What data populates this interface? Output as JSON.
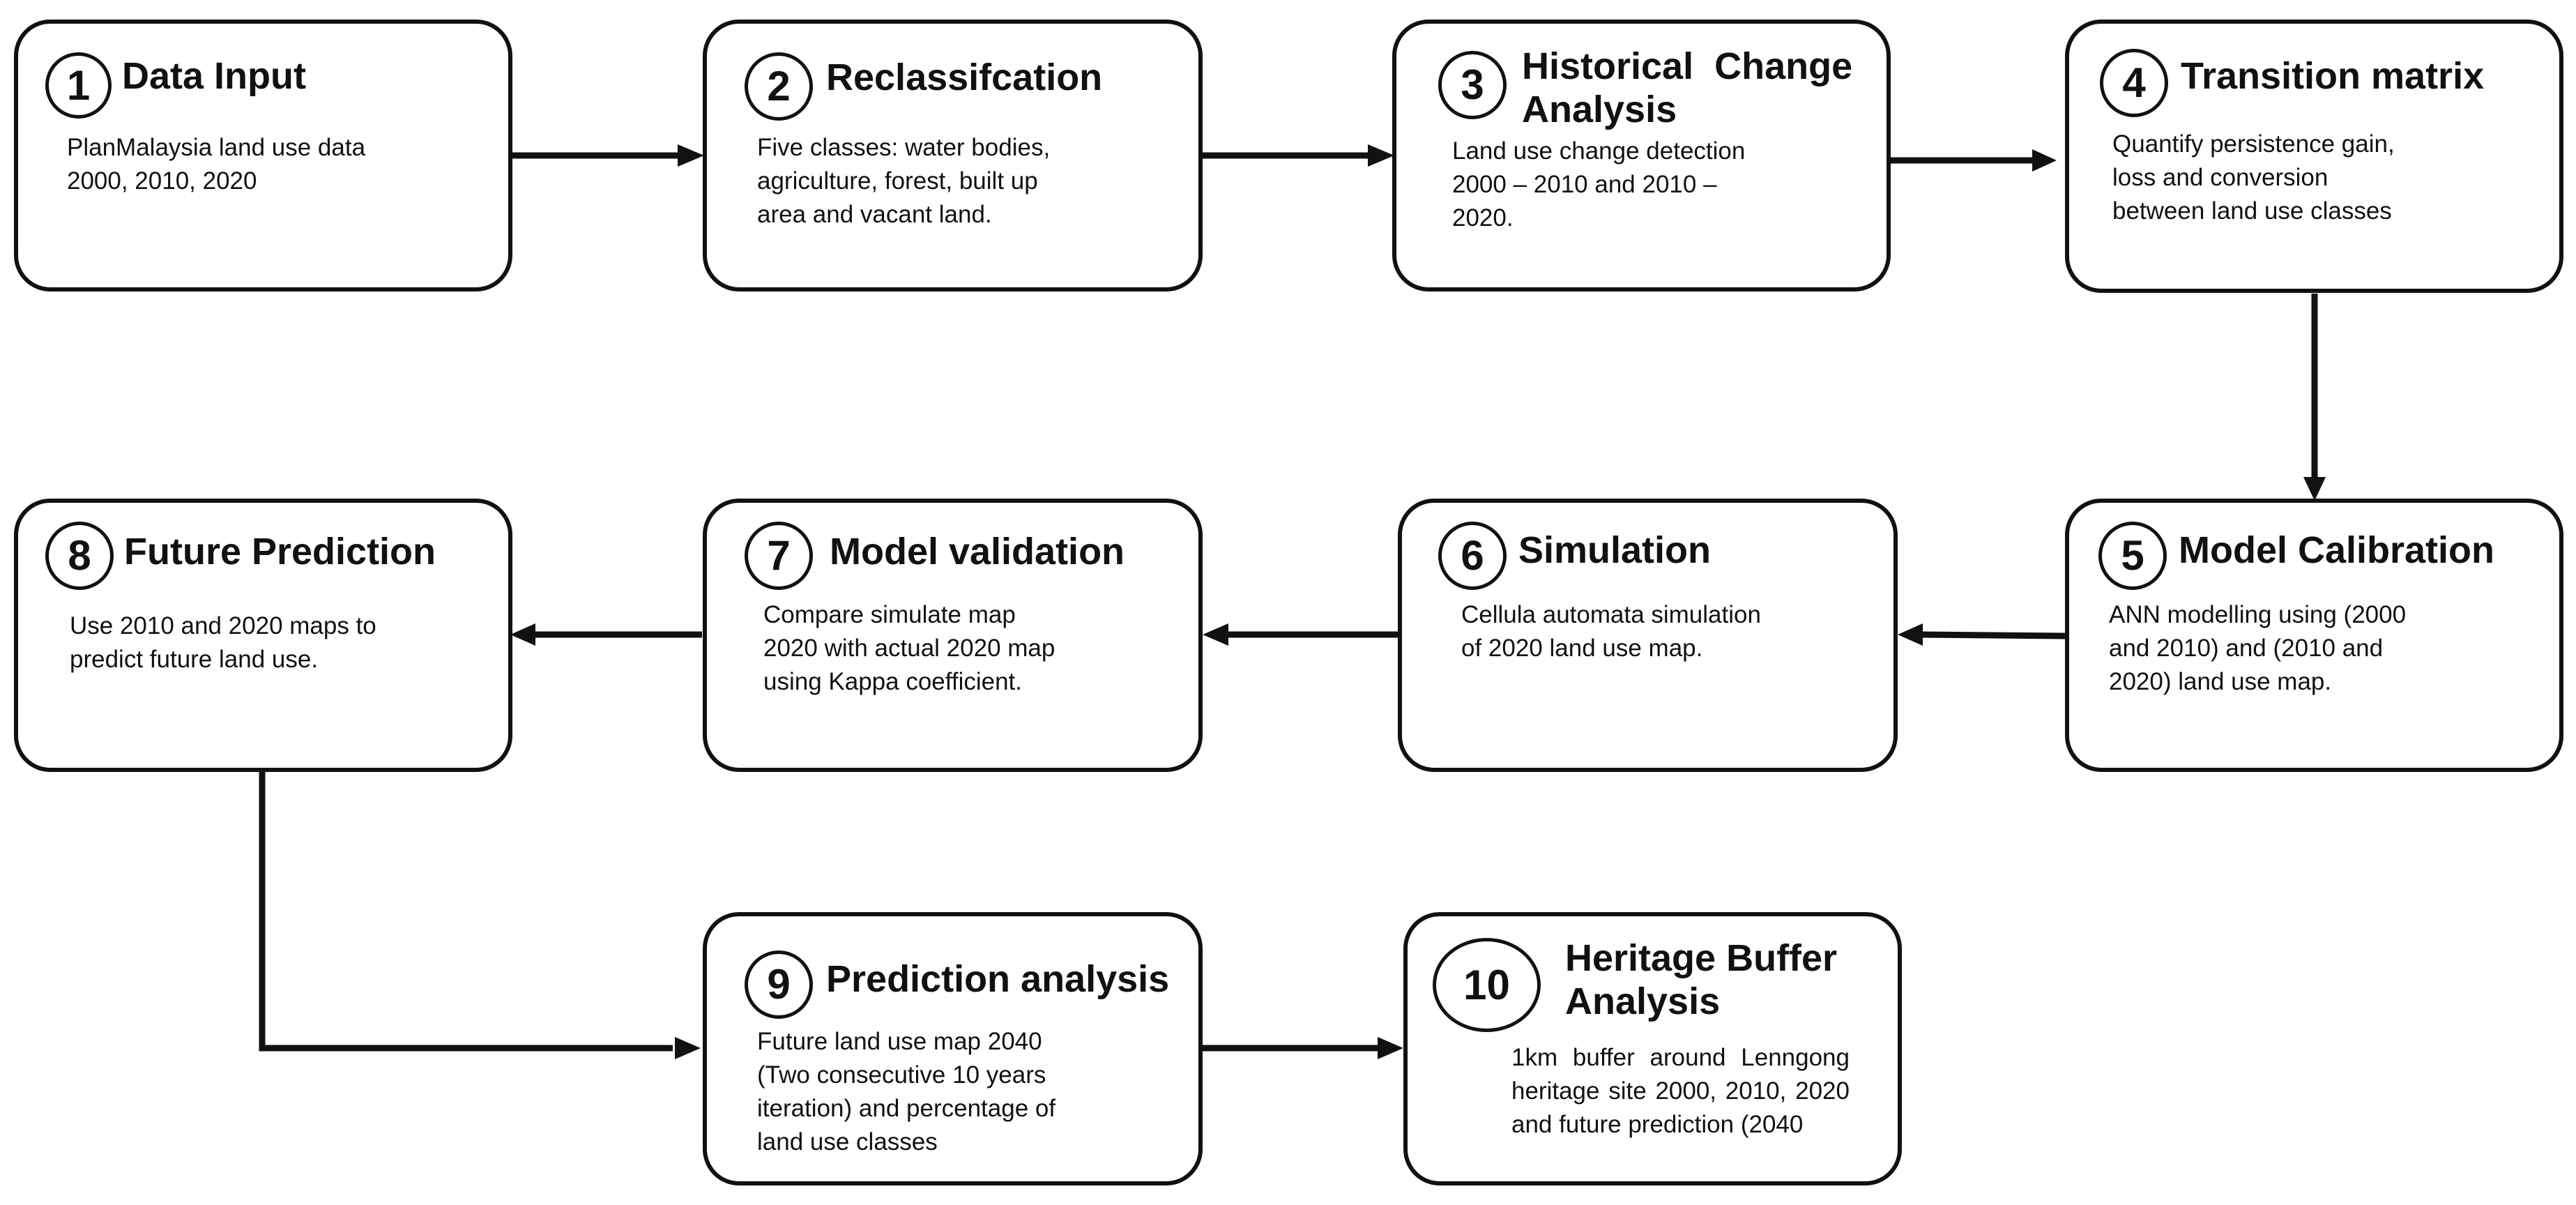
{
  "steps": [
    {
      "number": "1",
      "title": "Data Input",
      "description": "PlanMalaysia land use data\n2000, 2010, 2020"
    },
    {
      "number": "2",
      "title": "Reclassifcation",
      "description": "Five classes: water bodies,\nagriculture, forest, built up\narea and vacant land."
    },
    {
      "number": "3",
      "title": "Historical  Change\nAnalysis",
      "description": "Land use change detection\n2000 – 2010 and 2010 –\n2020."
    },
    {
      "number": "4",
      "title": "Transition matrix",
      "description": "Quantify persistence gain,\nloss and conversion\nbetween land use classes"
    },
    {
      "number": "5",
      "title": "Model Calibration",
      "description": "ANN modelling using (2000\nand 2010) and (2010 and\n2020)  land use map."
    },
    {
      "number": "6",
      "title": "Simulation",
      "description": "Cellula automata simulation\nof 2020 land use map."
    },
    {
      "number": "7",
      "title": "Model validation",
      "description": "Compare simulate map\n2020 with actual 2020 map\nusing Kappa coefficient."
    },
    {
      "number": "8",
      "title": "Future Prediction",
      "description": "Use 2010 and 2020 maps to\npredict future land use."
    },
    {
      "number": "9",
      "title": "Prediction analysis",
      "description": "Future land use map 2040\n(Two consecutive 10 years\niteration) and percentage of\nland use classes"
    },
    {
      "number": "10",
      "title": "Heritage Buffer\nAnalysis",
      "description": "1km buffer around Lenngong heritage site 2000, 2010, 2020 and future prediction (2040"
    }
  ],
  "connections": [
    {
      "from": "1",
      "to": "2"
    },
    {
      "from": "2",
      "to": "3"
    },
    {
      "from": "3",
      "to": "4"
    },
    {
      "from": "4",
      "to": "5"
    },
    {
      "from": "5",
      "to": "6"
    },
    {
      "from": "6",
      "to": "7"
    },
    {
      "from": "7",
      "to": "8"
    },
    {
      "from": "8",
      "to": "9"
    },
    {
      "from": "9",
      "to": "10"
    }
  ],
  "colors": {
    "stroke": "#111111",
    "fill": "#ffffff",
    "text": "#111111"
  }
}
